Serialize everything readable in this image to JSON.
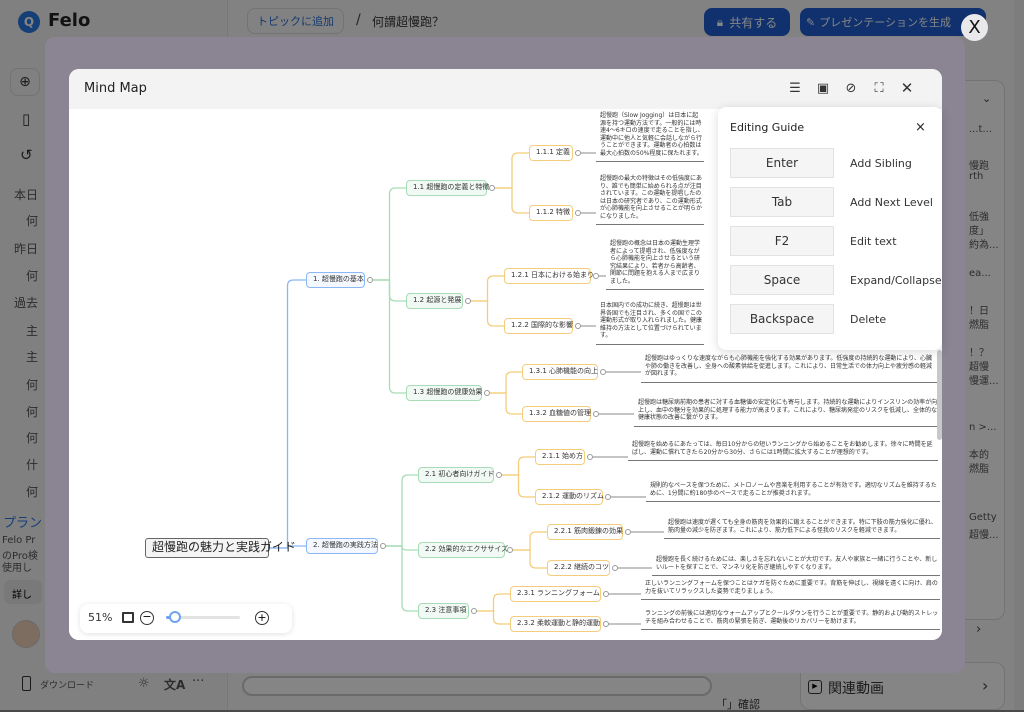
{
  "app": {
    "brand": "Felo",
    "sidebar": {
      "sections": [
        "本日",
        "何",
        "昨日",
        "何",
        "過去",
        "主",
        "主",
        "何",
        "何",
        "何",
        "什",
        "何"
      ],
      "plan_title": "プラン",
      "plan_text": [
        "Felo Pr",
        "のPro検",
        "使用し"
      ],
      "plan_button": "詳し",
      "download": "ダウンロード"
    },
    "topbar": {
      "add_topic": "トピックに追加",
      "breadcrumb_sep": "/",
      "page_title": "何謂超慢跑？",
      "share": "共有する",
      "presentation": "プレゼンテーションを生成"
    },
    "right_panel": {
      "snippets": [
        "...t...",
        "慢跑",
        "rth",
        "低強",
        "度」",
        "約為...",
        "ea...",
        "！日",
        "燃脂",
        "！？",
        "超慢",
        "慢運...",
        "n >...",
        "本的",
        "燃脂",
        "Getty",
        "超慢..."
      ],
      "related_videos": "関連動画"
    },
    "bottom_hint": "「」確認"
  },
  "modal": {
    "title": "Mind Map",
    "header_icons": [
      "export-list-icon",
      "export-image-icon",
      "compass-icon",
      "fullscreen-icon",
      "close-icon"
    ],
    "close_symbol": "X",
    "zoom": {
      "level_label": "51%",
      "slider_fraction": 0.04
    },
    "guide": {
      "title": "Editing Guide",
      "close_symbol": "×",
      "items": [
        {
          "key": "Enter",
          "action": "Add Sibling"
        },
        {
          "key": "Tab",
          "action": "Add Next Level"
        },
        {
          "key": "F2",
          "action": "Edit text"
        },
        {
          "key": "Space",
          "action": "Expand/Collapse"
        },
        {
          "key": "Backspace",
          "action": "Delete"
        }
      ]
    },
    "mindmap": {
      "nodes": [
        {
          "id": "root",
          "label": "超慢跑の魅力と実践ガイド",
          "level": 0,
          "parent": null
        },
        {
          "id": "n1",
          "label": "1. 超慢跑の基本",
          "level": 1,
          "parent": "root"
        },
        {
          "id": "n2",
          "label": "2. 超慢跑の実践方法",
          "level": 1,
          "parent": "root"
        },
        {
          "id": "n11",
          "label": "1.1 超慢跑の定義と特徴",
          "level": 2,
          "parent": "n1"
        },
        {
          "id": "n12",
          "label": "1.2 起源と発展",
          "level": 2,
          "parent": "n1"
        },
        {
          "id": "n13",
          "label": "1.3 超慢跑の健康効果",
          "level": 2,
          "parent": "n1"
        },
        {
          "id": "n111",
          "label": "1.1.1 定義",
          "level": 3,
          "parent": "n11",
          "desc": "超慢跑（Slow Jogging）は日本に起源を持つ運動方法です。一般的には時速4～6キロの速度で走ることを指し、運動中に他人と気軽に会話しながら行うことができます。運動者の心拍数は最大心拍数の50%程度に保たれます。"
        },
        {
          "id": "n112",
          "label": "1.1.2 特徴",
          "level": 3,
          "parent": "n11",
          "desc": "超慢跑の最大の特徴はその低強度にあり、誰でも簡単に始められる点が注目されています。この運動を提唱したのは日本の研究者であり、この運動形式が心肺機能を向上させることが明らかになりました。"
        },
        {
          "id": "n121",
          "label": "1.2.1 日本における始まり",
          "level": 3,
          "parent": "n12",
          "desc": "超慢跑の概念は日本の運動生理学者によって提唱され、低強度ながら心肺機能を向上させるという研究結果により、若者から高齢者、関節に問題を抱える人まで広まりました。"
        },
        {
          "id": "n122",
          "label": "1.2.2 国際的な影響",
          "level": 3,
          "parent": "n12",
          "desc": "日本国内での成功に続き、超慢跑は世界各国でも注目され、多くの国でこの運動形式が取り入れられました。健康維持の方法として位置づけられています。"
        },
        {
          "id": "n131",
          "label": "1.3.1 心肺機能の向上",
          "level": 3,
          "parent": "n13",
          "desc": "超慢跑はゆっくりな速度ながらも心肺機能を強化する効果があります。低強度の持続的な運動により、心臓や肺の働きを改善し、全身への酸素供給を促進します。これにより、日常生活での体力向上や疲労感の軽減が図れます。"
        },
        {
          "id": "n132",
          "label": "1.3.2 血糖値の管理",
          "level": 3,
          "parent": "n13",
          "desc": "超慢跑は糖尿病前期の患者に対する血糖値の安定化にも寄与します。持続的な運動によりインスリンの効率が向上し、血中の糖分を効果的に処理する能力が高まります。これにより、糖尿病発症のリスクを低減し、全体的な健康状態の改善に繋がります。"
        },
        {
          "id": "n21",
          "label": "2.1 初心者向けガイド",
          "level": 2,
          "parent": "n2"
        },
        {
          "id": "n22",
          "label": "2.2 効果的なエクササイズ",
          "level": 2,
          "parent": "n2"
        },
        {
          "id": "n23",
          "label": "2.3 注意事項",
          "level": 2,
          "parent": "n2"
        },
        {
          "id": "n211",
          "label": "2.1.1 始め方",
          "level": 3,
          "parent": "n21",
          "desc": "超慢跑を始めるにあたっては、毎日10分からの短いランニングから始めることをお勧めします。徐々に時間を延ばし、運動に慣れてきたら20分から30分、さらには1時間に拡大することが理想的です。"
        },
        {
          "id": "n212",
          "label": "2.1.2 運動のリズム",
          "level": 3,
          "parent": "n21",
          "desc": "規則的なペースを保つために、メトロノームや音楽を利用することが有効です。適切なリズムを維持するために、1分間に約180歩のペースで走ることが推奨されます。"
        },
        {
          "id": "n221",
          "label": "2.2.1 筋肉鍛錬の効果",
          "level": 3,
          "parent": "n22",
          "desc": "超慢跑は速度が遅くても全身の筋肉を効果的に鍛えることができます。特に下肢の筋力強化に優れ、筋肉量の減少を防ぎます。これにより、筋力低下による怪我のリスクを軽減できます。"
        },
        {
          "id": "n222",
          "label": "2.2.2 継続のコツ",
          "level": 3,
          "parent": "n22",
          "desc": "超慢跑を長く続けるためには、楽しさを忘れないことが大切です。友人や家族と一緒に行うことや、新しいルートを探すことで、マンネリ化を防ぎ継続しやすくなります。"
        },
        {
          "id": "n231",
          "label": "2.3.1 ランニングフォーム",
          "level": 3,
          "parent": "n23",
          "desc": "正しいランニングフォームを保つことはケガを防ぐために重要です。背筋を伸ばし、視線を遠くに向け、肩の力を抜いてリラックスした姿勢で走りましょう。"
        },
        {
          "id": "n232",
          "label": "2.3.2 柔軟運動と静的運動",
          "level": 3,
          "parent": "n23",
          "desc": "ランニングの前後には適切なウォームアップとクールダウンを行うことが重要です。静的および動的ストレッチを組み合わせることで、筋肉の緊張を防ぎ、運動後のリカバリーを助けます。"
        }
      ]
    }
  },
  "colors": {
    "level1": "#8ab8f5",
    "level2": "#a8dcb6",
    "level3": "#f4cd7c",
    "accent": "#1f5fd1",
    "modal_backdrop": "#8b8493"
  }
}
